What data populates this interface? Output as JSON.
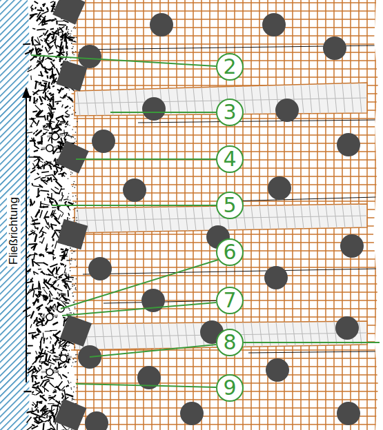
{
  "diagram": {
    "labels": [
      "2",
      "3",
      "4",
      "5",
      "6",
      "7",
      "8",
      "9",
      "Fließrichtung"
    ]
  }
}
